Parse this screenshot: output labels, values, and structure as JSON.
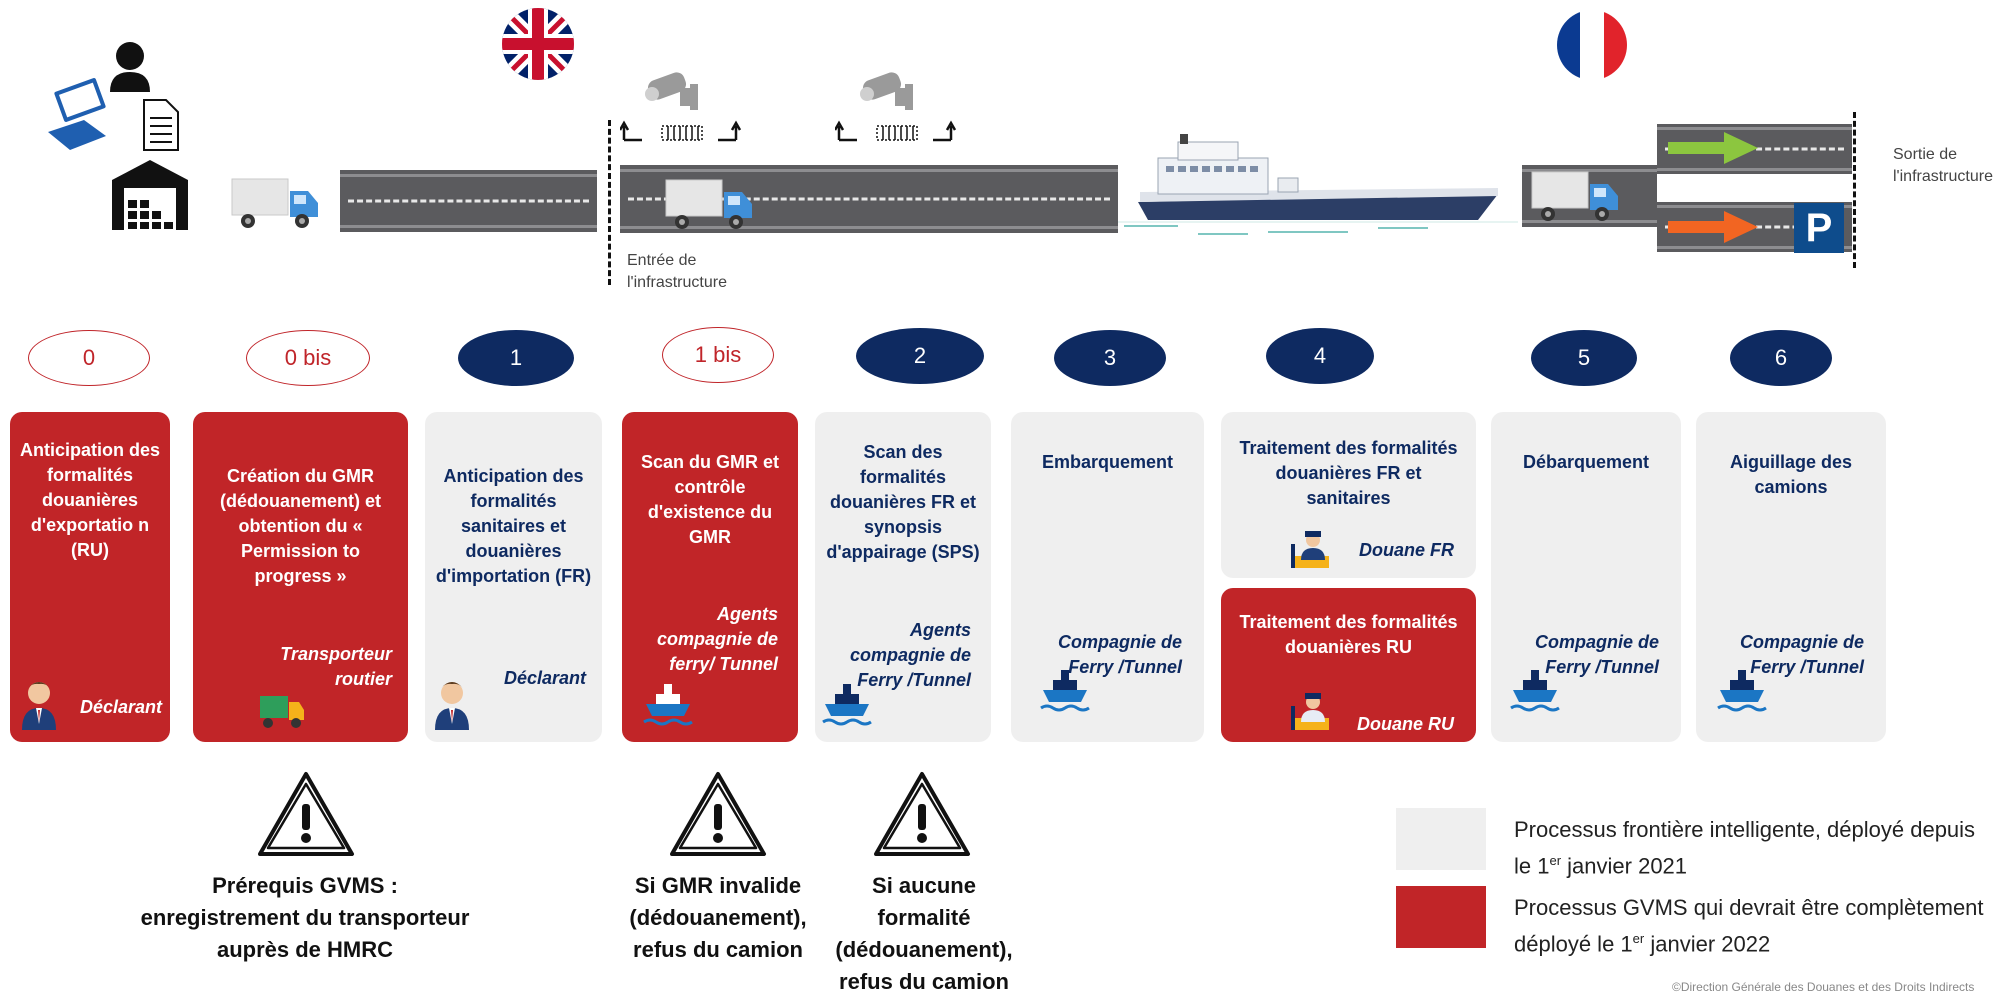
{
  "header": {
    "entree_label": "Entrée de l'infrastructure",
    "sortie_label": "Sortie de l'infrastructure",
    "flag_left": "uk-flag-icon",
    "flag_right": "france-flag-icon",
    "parking_letter": "P"
  },
  "colors": {
    "red": "#c12528",
    "navy": "#0e2a61",
    "gray_card": "#efefef",
    "green_arrow": "#8cc63f",
    "orange_arrow": "#f26522"
  },
  "steps": [
    {
      "number": "0",
      "style": "red-outline",
      "title": "Anticipation des formalités douanières d'exportatio n (RU)",
      "actor": "Déclarant",
      "actor_icon": "person-icon",
      "card": "red"
    },
    {
      "number": "0 bis",
      "style": "red-outline",
      "title": "Création du GMR (dédouanement) et obtention du « Permission to progress »",
      "actor": "Transporteur routier",
      "actor_icon": "truck-icon",
      "card": "red"
    },
    {
      "number": "1",
      "style": "navy",
      "title": "Anticipation des formalités sanitaires et douanières d'importation (FR)",
      "actor": "Déclarant",
      "actor_icon": "person-icon",
      "card": "gray"
    },
    {
      "number": "1 bis",
      "style": "red-outline",
      "title": "Scan du GMR et contrôle d'existence du GMR",
      "actor": "Agents compagnie de ferry/ Tunnel",
      "actor_icon": "ship-icon",
      "card": "red"
    },
    {
      "number": "2",
      "style": "navy",
      "title": "Scan des formalités douanières FR et synopsis d'appairage (SPS)",
      "actor": "Agents compagnie de Ferry /Tunnel",
      "actor_icon": "ship-icon",
      "card": "gray"
    },
    {
      "number": "3",
      "style": "navy",
      "title": "Embarquement",
      "actor": "Compagnie de Ferry /Tunnel",
      "actor_icon": "ship-icon",
      "card": "gray"
    },
    {
      "number": "4",
      "style": "navy",
      "title": "Traitement des formalités douanières FR et sanitaires",
      "actor": "Douane FR",
      "actor_icon": "customs-officer-icon",
      "card": "gray",
      "sub_title": "Traitement des formalités douanières RU",
      "sub_actor": "Douane RU"
    },
    {
      "number": "5",
      "style": "navy",
      "title": "Débarquement",
      "actor": "Compagnie de Ferry /Tunnel",
      "actor_icon": "ship-icon",
      "card": "gray"
    },
    {
      "number": "6",
      "style": "navy",
      "title": "Aiguillage des camions",
      "actor": "Compagnie de Ferry /Tunnel",
      "actor_icon": "ship-icon",
      "card": "gray"
    }
  ],
  "warnings": [
    {
      "text": "Prérequis GVMS : enregistrement du transporteur auprès de HMRC"
    },
    {
      "text": "Si GMR invalide (dédouanement), refus du camion"
    },
    {
      "text": "Si aucune formalité (dédouanement), refus du camion"
    }
  ],
  "legend": {
    "gray_text_a": "Processus frontière intelligente, déployé depuis le 1",
    "gray_sup": "er",
    "gray_text_b": " janvier 2021",
    "red_text_a": "Processus GVMS qui devrait être complètement déployé le 1",
    "red_sup": "er",
    "red_text_b": " janvier 2022"
  },
  "copyright": "©Direction Générale des Douanes et des Droits Indirects"
}
